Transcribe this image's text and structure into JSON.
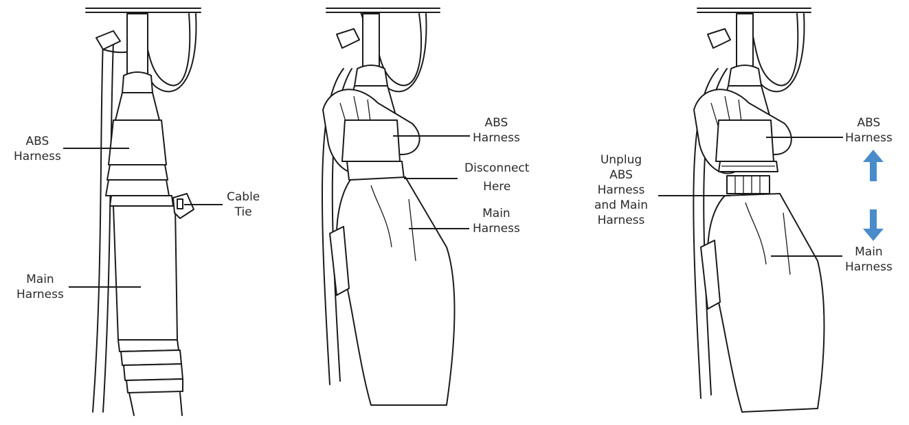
{
  "panels": [
    {
      "id": "panel-1",
      "labels": {
        "abs_harness": [
          "ABS",
          "Harness"
        ],
        "cable_tie": [
          "Cable",
          "Tie"
        ],
        "main_harness": [
          "Main",
          "Harness"
        ]
      }
    },
    {
      "id": "panel-2",
      "labels": {
        "abs_harness": [
          "ABS",
          "Harness"
        ],
        "disconnect_here": [
          "Disconnect",
          "Here"
        ],
        "main_harness": [
          "Main",
          "Harness"
        ]
      }
    },
    {
      "id": "panel-3",
      "labels": {
        "unplug": [
          "Unplug",
          "ABS",
          "Harness",
          "and Main",
          "Harness"
        ],
        "abs_harness": [
          "ABS",
          "Harness"
        ],
        "main_harness": [
          "Main",
          "Harness"
        ]
      }
    }
  ],
  "colors": {
    "arrow": "#4a8cca",
    "line": "#1a1a1a",
    "text": "#2a2a2a"
  },
  "icons": {
    "up": "arrow-up-icon",
    "down": "arrow-down-icon"
  }
}
